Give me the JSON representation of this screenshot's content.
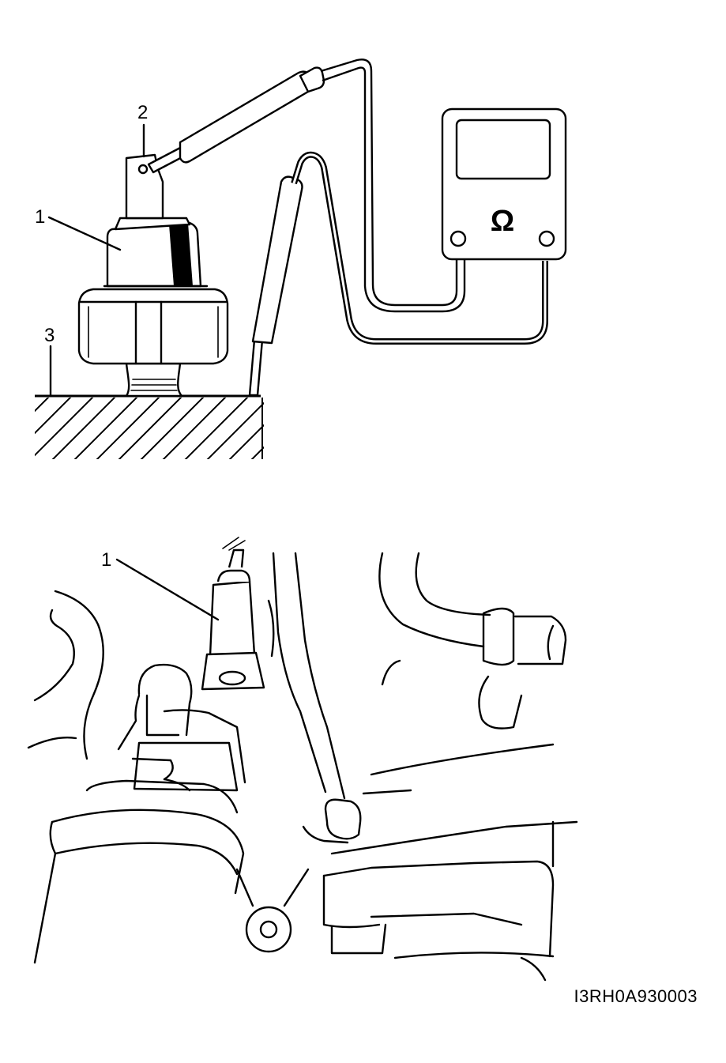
{
  "figure_top": {
    "callouts": [
      "1",
      "2",
      "3"
    ],
    "meter_symbol": "Ω"
  },
  "figure_bottom": {
    "callouts": [
      "1"
    ]
  },
  "figure_code": "I3RH0A930003"
}
